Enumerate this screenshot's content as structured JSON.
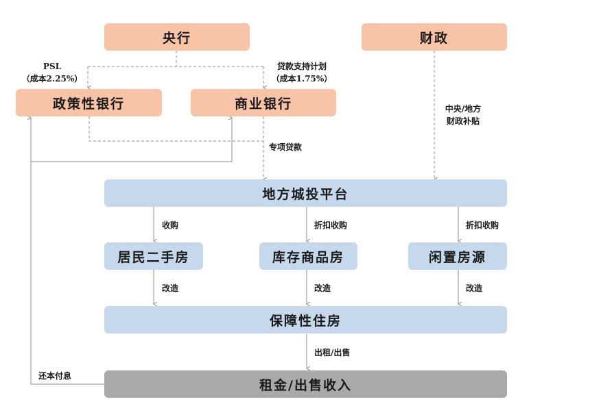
{
  "nodes": {
    "central_bank": "央行",
    "finance": "财政",
    "policy_bank": "政策性银行",
    "commercial_bank": "商业银行",
    "lgfv_platform": "地方城投平台",
    "resident_secondhand": "居民二手房",
    "inventory_housing": "库存商品房",
    "idle_housing": "闲置房源",
    "affordable_housing": "保障性住房",
    "rent_sale_income": "租金/出售收入"
  },
  "edges": {
    "psl_line1": "PSL",
    "psl_line2": "（成本2.25%）",
    "loan_support_line1": "贷款支持计划",
    "loan_support_line2": "（成本1.75%）",
    "special_loan": "专项贷款",
    "subsidy_line1": "中央/地方",
    "subsidy_line2": "财政补贴",
    "acquire": "收购",
    "discount_acquire_1": "折扣收购",
    "discount_acquire_2": "折扣收购",
    "renovate_1": "改造",
    "renovate_2": "改造",
    "renovate_3": "改造",
    "rent_sell": "出租/出售",
    "repay": "还本付息"
  },
  "colors": {
    "top_nodes": "#f7c4a8",
    "middle_nodes": "#c6d9ec",
    "income_node": "#a9a9a9",
    "arrows": "#8c8c8c"
  }
}
